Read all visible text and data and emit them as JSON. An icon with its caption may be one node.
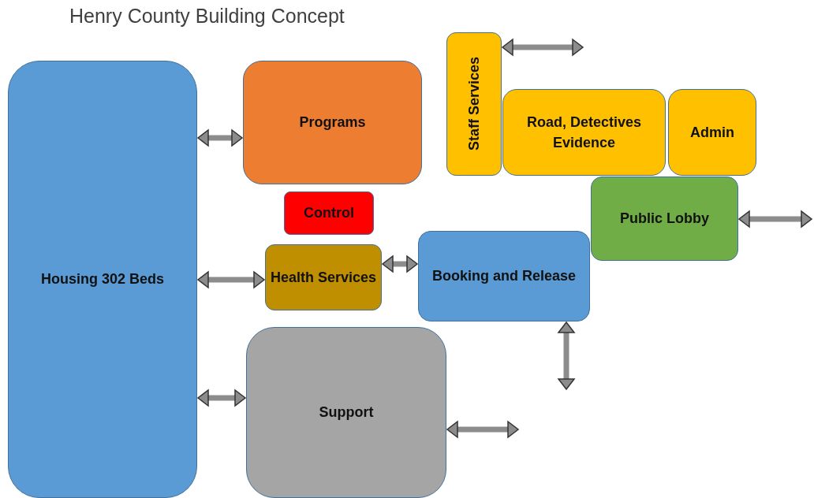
{
  "diagram": {
    "title": "Henry County Building Concept",
    "nodes": [
      {
        "text": [
          "Housing 302 Beds"
        ]
      },
      {
        "text": [
          "Programs"
        ]
      },
      {
        "text": [
          "Staff Services"
        ]
      },
      {
        "text": [
          "Road, Detectives Evidence"
        ]
      },
      {
        "text": [
          "Admin"
        ]
      },
      {
        "text": [
          "Control"
        ]
      },
      {
        "text": [
          "Public Lobby"
        ]
      },
      {
        "text": [
          "Health Services"
        ]
      },
      {
        "text": [
          "Booking and Release"
        ]
      },
      {
        "text": [
          "Support"
        ]
      }
    ],
    "edges": [
      {
        "from": 0,
        "to": 1,
        "arrow": "both"
      },
      {
        "from": 0,
        "to": 7,
        "arrow": "both"
      },
      {
        "from": 0,
        "to": 9,
        "arrow": "both"
      },
      {
        "from": 7,
        "to": 8,
        "arrow": "both"
      },
      {
        "from": 2,
        "to": null,
        "arrow": "both"
      },
      {
        "from": 6,
        "to": null,
        "arrow": "both"
      },
      {
        "from": 9,
        "to": null,
        "arrow": "both"
      },
      {
        "from": 8,
        "to": null,
        "arrow": "both"
      }
    ]
  }
}
